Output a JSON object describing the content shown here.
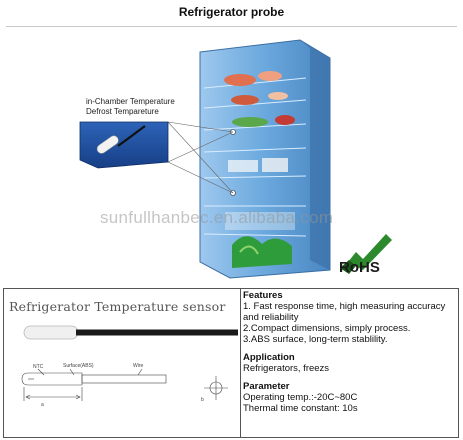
{
  "page_title": "Refrigerator probe",
  "hero": {
    "probe_caption_line1": "in-Chamber Temperature",
    "probe_caption_line2": "Defrost Tempareture",
    "watermark": "sunfullhanbec.en.alibaba.com",
    "certification": "RoHS",
    "colors": {
      "fridge_blue": "#5f9fd6",
      "inset_panel": "#1f4f9c",
      "rohs_check": "#2c8a2c"
    }
  },
  "spec_table": {
    "sensor_title": "Refrigerator Temperature sensor",
    "diagram_labels": {
      "ntc": "NTC",
      "surface": "Surface(ABS)",
      "wire": "Wire",
      "dimension": "a",
      "side": "b"
    },
    "features": {
      "heading": "Features",
      "lines": [
        "1. Fast response time, high measuring accuracy and reliability",
        "2.Compact dimensions, simply process.",
        "3.ABS surface, long-term stablility."
      ]
    },
    "application": {
      "heading": "Application",
      "text": "Refrigerators, freezs"
    },
    "parameter": {
      "heading": "Parameter",
      "lines": [
        "Operating temp.:-20C~80C",
        "Thermal time constant: 10s"
      ]
    }
  }
}
